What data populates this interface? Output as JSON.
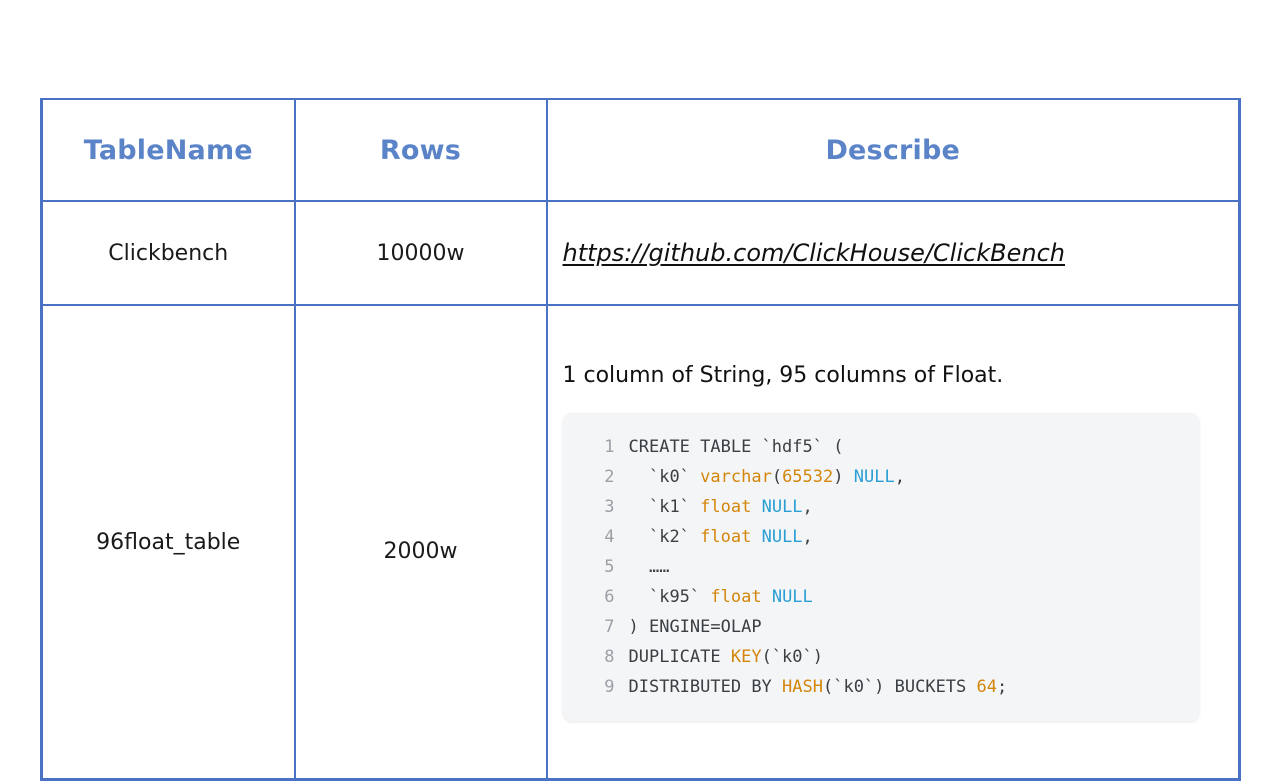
{
  "table": {
    "headers": [
      "TableName",
      "Rows",
      "Describe"
    ],
    "rows": [
      {
        "name": "Clickbench",
        "rows": "10000w",
        "describe_link": "https://github.com/ClickHouse/ClickBench"
      },
      {
        "name": "96float_table",
        "rows": "2000w",
        "describe_text": "1 column of String, 95 columns of Float."
      }
    ]
  },
  "code_block": {
    "language": "sql",
    "line_numbers": [
      "1",
      "2",
      "3",
      "4",
      "5",
      "6",
      "7",
      "8",
      "9"
    ],
    "lines": [
      {
        "n": "1",
        "parts": [
          {
            "t": "CREATE TABLE `hdf5` (",
            "c": "kw"
          }
        ]
      },
      {
        "n": "2",
        "parts": [
          {
            "t": "  `k0` ",
            "c": "kw"
          },
          {
            "t": "varchar",
            "c": "type"
          },
          {
            "t": "(",
            "c": "kw"
          },
          {
            "t": "65532",
            "c": "num"
          },
          {
            "t": ") ",
            "c": "kw"
          },
          {
            "t": "NULL",
            "c": "null"
          },
          {
            "t": ",",
            "c": "kw"
          }
        ]
      },
      {
        "n": "3",
        "parts": [
          {
            "t": "  `k1` ",
            "c": "kw"
          },
          {
            "t": "float",
            "c": "type"
          },
          {
            "t": " ",
            "c": "kw"
          },
          {
            "t": "NULL",
            "c": "null"
          },
          {
            "t": ",",
            "c": "kw"
          }
        ]
      },
      {
        "n": "4",
        "parts": [
          {
            "t": "  `k2` ",
            "c": "kw"
          },
          {
            "t": "float",
            "c": "type"
          },
          {
            "t": " ",
            "c": "kw"
          },
          {
            "t": "NULL",
            "c": "null"
          },
          {
            "t": ",",
            "c": "kw"
          }
        ]
      },
      {
        "n": "5",
        "parts": [
          {
            "t": "  ……",
            "c": "kw"
          }
        ]
      },
      {
        "n": "6",
        "parts": [
          {
            "t": "  `k95` ",
            "c": "kw"
          },
          {
            "t": "float",
            "c": "type"
          },
          {
            "t": " ",
            "c": "kw"
          },
          {
            "t": "NULL",
            "c": "null"
          }
        ]
      },
      {
        "n": "7",
        "parts": [
          {
            "t": ") ENGINE=OLAP",
            "c": "kw"
          }
        ]
      },
      {
        "n": "8",
        "parts": [
          {
            "t": "DUPLICATE ",
            "c": "kw"
          },
          {
            "t": "KEY",
            "c": "type"
          },
          {
            "t": "(`k0`)",
            "c": "kw"
          }
        ]
      },
      {
        "n": "9",
        "parts": [
          {
            "t": "DISTRIBUTED BY ",
            "c": "kw"
          },
          {
            "t": "HASH",
            "c": "type"
          },
          {
            "t": "(`k0`) BUCKETS ",
            "c": "kw"
          },
          {
            "t": "64",
            "c": "num"
          },
          {
            "t": ";",
            "c": "kw"
          }
        ]
      }
    ]
  },
  "colors": {
    "border_blue": "#4a72c4",
    "header_text_blue": "#5b84c8",
    "code_bg": "#f4f5f7",
    "token_type_orange": "#d4860b",
    "token_null_cyan": "#2b9fd4",
    "line_number_gray": "#9aa0a6",
    "body_text": "#1a1a1a"
  }
}
